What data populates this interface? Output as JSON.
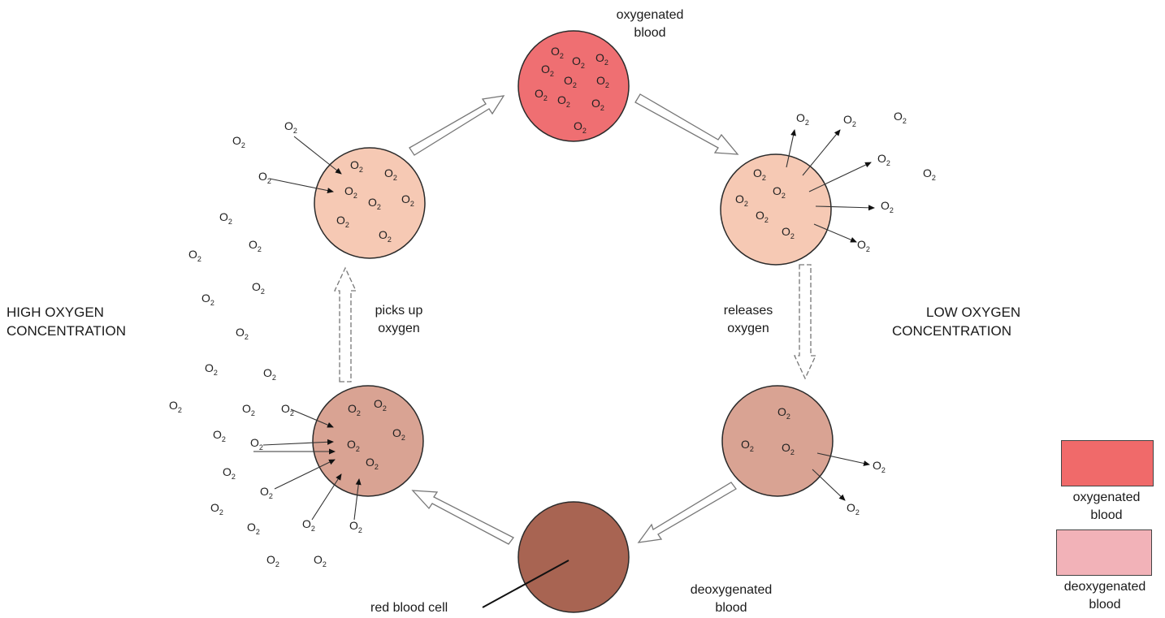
{
  "labels": {
    "oxygenated_top": [
      "oxygenated",
      "blood"
    ],
    "picks_up": [
      "picks up",
      "oxygen"
    ],
    "releases": [
      "releases",
      "oxygen"
    ],
    "high_conc": [
      "HIGH OXYGEN",
      "CONCENTRATION"
    ],
    "low_conc": [
      "LOW OXYGEN",
      "CONCENTRATION"
    ],
    "deoxygenated_bottom": [
      "deoxygenated",
      "blood"
    ],
    "red_blood_cell": "red blood cell"
  },
  "molecule": {
    "main": "O",
    "sub": "2"
  },
  "legend": [
    {
      "color": "#f06a6a",
      "label": [
        "oxygenated",
        "blood"
      ]
    },
    {
      "color": "#f2b2b8",
      "label": [
        "deoxygenated",
        "blood"
      ]
    }
  ],
  "colors": {
    "cell_top": "#ef6f72",
    "cell_light": "#f6c9b4",
    "cell_mid": "#d9a393",
    "cell_dark": "#a86452",
    "outline": "#2a2a2a"
  }
}
